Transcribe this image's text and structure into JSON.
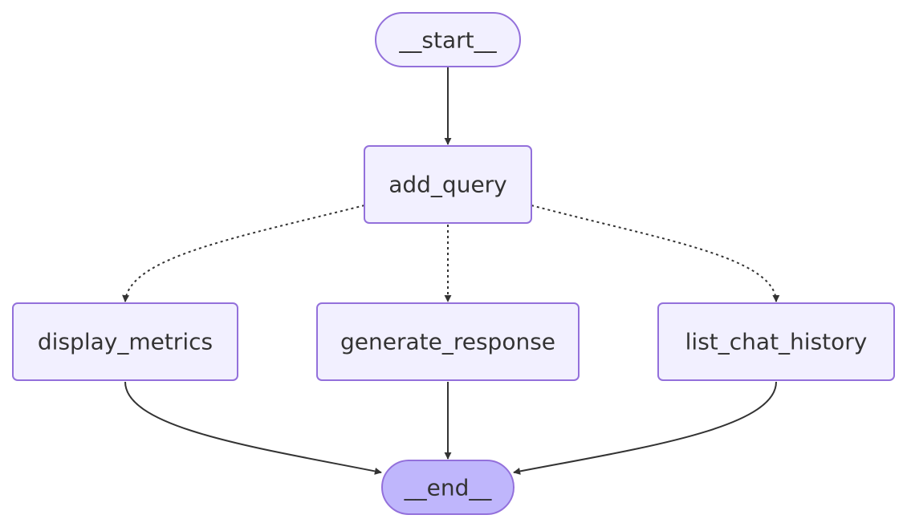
{
  "nodes": {
    "start": {
      "label": "__start__",
      "shape": "stadium"
    },
    "add_query": {
      "label": "add_query",
      "shape": "rect"
    },
    "display_metrics": {
      "label": "display_metrics",
      "shape": "rect"
    },
    "generate_response": {
      "label": "generate_response",
      "shape": "rect"
    },
    "list_chat_history": {
      "label": "list_chat_history",
      "shape": "rect"
    },
    "end": {
      "label": "__end__",
      "shape": "stadium"
    }
  },
  "edges": [
    {
      "from": "start",
      "to": "add_query",
      "style": "solid"
    },
    {
      "from": "add_query",
      "to": "display_metrics",
      "style": "dotted"
    },
    {
      "from": "add_query",
      "to": "generate_response",
      "style": "dotted"
    },
    {
      "from": "add_query",
      "to": "list_chat_history",
      "style": "dotted"
    },
    {
      "from": "display_metrics",
      "to": "end",
      "style": "solid"
    },
    {
      "from": "generate_response",
      "to": "end",
      "style": "solid"
    },
    {
      "from": "list_chat_history",
      "to": "end",
      "style": "solid"
    }
  ],
  "colors": {
    "node_fill": "#f2f0ff",
    "node_stroke": "#9370db",
    "end_fill": "#bfb6fc",
    "edge": "#333333",
    "text": "#333333"
  }
}
